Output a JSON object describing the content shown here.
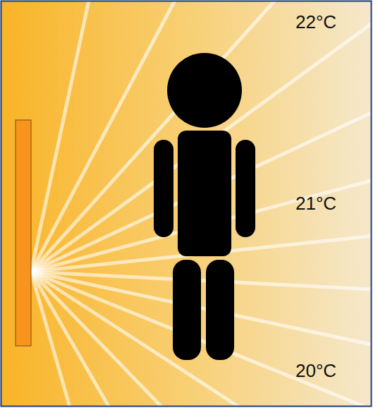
{
  "diagram": {
    "labels": [
      "22°C",
      "21°C",
      "20°C"
    ]
  }
}
